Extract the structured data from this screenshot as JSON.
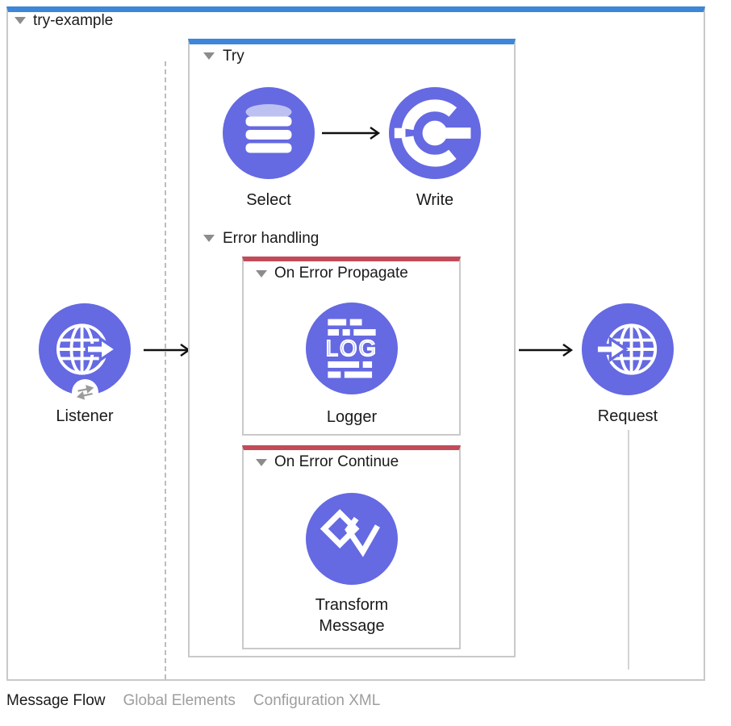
{
  "colors": {
    "purple": "#6569E2",
    "purple_light": "#BDC1F2",
    "bar_blue": "#3E86D8",
    "bar_red": "#C24B59",
    "border_gray": "#C9C9C9",
    "tri_gray": "#8C8C8C",
    "text": "#1A1A1A",
    "tab_inactive": "#9E9E9E",
    "dash_gray": "#BDBDBD",
    "faint_line": "#D4D4D4",
    "arrow": "#111111"
  },
  "flow": {
    "title": "try-example",
    "listener": {
      "label": "Listener",
      "icon": "http-listener-globe-arrow-icon",
      "badge_icon": "exchange-arrows-icon"
    },
    "request": {
      "label": "Request",
      "icon": "http-request-globe-arrow-icon"
    },
    "try_scope": {
      "title": "Try",
      "steps": [
        {
          "label": "Select",
          "icon": "database-icon"
        },
        {
          "label": "Write",
          "icon": "connector-icon"
        }
      ],
      "error_handling": {
        "title": "Error handling",
        "handlers": [
          {
            "title": "On Error Propagate",
            "step": {
              "label": "Logger",
              "icon": "logger-icon"
            }
          },
          {
            "title": "On Error Continue",
            "step": {
              "label": "Transform Message",
              "icon": "dataweave-icon"
            }
          }
        ]
      }
    }
  },
  "tabs": [
    {
      "label": "Message Flow",
      "active": true
    },
    {
      "label": "Global Elements",
      "active": false
    },
    {
      "label": "Configuration XML",
      "active": false
    }
  ]
}
